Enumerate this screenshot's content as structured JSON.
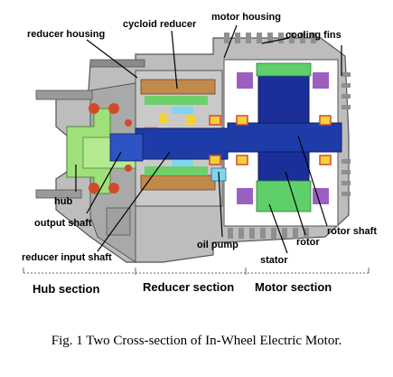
{
  "labels": {
    "reducer_housing": "reducer housing",
    "cycloid_reducer": "cycloid reducer",
    "motor_housing": "motor housing",
    "cooling_fins": "cooling fins",
    "rotor_shaft": "rotor shaft",
    "rotor": "rotor",
    "stator": "stator",
    "oil_pump": "oil pump",
    "hub": "hub",
    "output_shaft": "output shaft",
    "reducer_input_shaft": "reducer input shaft"
  },
  "sections": {
    "hub": "Hub section",
    "reducer": "Reducer section",
    "motor": "Motor section"
  },
  "caption": "Fig. 1 Two Cross-section of In-Wheel Electric Motor.",
  "colors": {
    "housing_gray": "#b9b9b9",
    "shaft_blue": "#1e3ca8",
    "rotor_blue": "#1a2f9a",
    "stator_green": "#5fcf6a",
    "hub_green": "#9fe07a",
    "magnet_purple": "#9b5fc0",
    "bearing_red": "#d24a2a",
    "bearing_yellow": "#f2d23a"
  }
}
